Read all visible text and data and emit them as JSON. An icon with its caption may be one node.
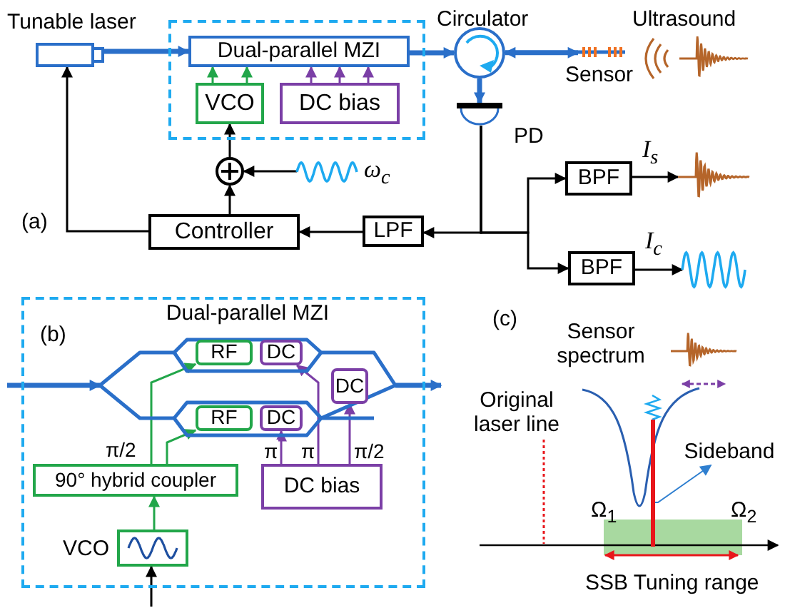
{
  "diagram": {
    "nodes": [
      {
        "text": [],
        "shape": "box",
        "beside": [
          "Tunable laser"
        ]
      },
      {
        "text": [],
        "shape": "box"
      },
      {
        "text": [
          "Dual-parallel MZI"
        ],
        "in": 1
      },
      {
        "text": [
          "VCO"
        ],
        "in": 1
      },
      {
        "text": [
          "DC bias"
        ],
        "in": 1
      },
      {
        "text": [],
        "shape": "circle",
        "beside": [
          "Circulator"
        ]
      },
      {
        "text": [],
        "shape": "bar",
        "beside": [
          "Sensor"
        ]
      },
      {
        "text": [],
        "shape": "picture",
        "beside": [
          "PD"
        ]
      },
      {
        "text": [],
        "shape": "circle"
      },
      {
        "text": [],
        "shape": "picture",
        "beside": [
          "ω$_{c}$"
        ]
      },
      {
        "text": [
          "Controller"
        ]
      },
      {
        "text": [
          "LPF"
        ]
      },
      {
        "text": [
          "BPF"
        ]
      },
      {
        "text": [],
        "shape": "picture"
      },
      {
        "text": [
          "BPF"
        ]
      },
      {
        "text": [],
        "shape": "picture"
      },
      {
        "text": [],
        "shape": "box"
      },
      {
        "text": [
          "Dual-parallel MZI"
        ],
        "in": 16
      },
      {
        "text": [
          "RF"
        ],
        "in": 17
      },
      {
        "text": [
          "DC"
        ],
        "in": 17
      },
      {
        "text": [
          "RF"
        ],
        "in": 17
      },
      {
        "text": [
          "DC"
        ],
        "in": 17
      },
      {
        "text": [
          "DC"
        ],
        "in": 17
      },
      {
        "text": [
          "90° hybrid coupler"
        ],
        "in": 16
      },
      {
        "text": [
          "DC bias"
        ],
        "in": 16
      },
      {
        "text": [],
        "shape": "box",
        "in": 16,
        "beside": [
          "VCO"
        ]
      },
      {
        "text": [],
        "shape": "line"
      },
      {
        "text": [
          "Sideband"
        ]
      }
    ],
    "edges": [
      {
        "from": 0,
        "to": 2,
        "arrow": "to",
        "style": "thick",
        "color": "#2a6fc9"
      },
      {
        "from": 2,
        "to": 5,
        "arrow": "to",
        "style": "thick",
        "color": "#2a6fc9"
      },
      {
        "from": 5,
        "to": 6,
        "arrow": "both",
        "style": "thick",
        "color": "#2a6fc9"
      },
      {
        "from": 5,
        "to": 7,
        "arrow": "to",
        "style": "thick",
        "color": "#2a6fc9"
      },
      {
        "from": 3,
        "to": 2,
        "arrow": "to",
        "color": "#22a64a"
      },
      {
        "from": 3,
        "to": 2,
        "arrow": "to",
        "color": "#22a64a"
      },
      {
        "from": 4,
        "to": 2,
        "arrow": "to",
        "color": "#7b3fa6"
      },
      {
        "from": 4,
        "to": 2,
        "arrow": "to",
        "color": "#7b3fa6"
      },
      {
        "from": 4,
        "to": 2,
        "arrow": "to",
        "color": "#7b3fa6"
      },
      {
        "from": 8,
        "to": 3,
        "arrow": "to"
      },
      {
        "from": 9,
        "to": 8,
        "arrow": "to"
      },
      {
        "from": 10,
        "to": 8,
        "arrow": "to"
      },
      {
        "from": 10,
        "to": 0,
        "arrow": "to"
      },
      {
        "from": 11,
        "to": 10,
        "arrow": "to"
      },
      {
        "from": 7,
        "to": 11,
        "arrow": "to"
      },
      {
        "from": 7,
        "to": 12,
        "arrow": "to"
      },
      {
        "from": 7,
        "to": 14,
        "arrow": "to"
      },
      {
        "from": 12,
        "to": 13,
        "arrow": "to",
        "label": "I$_{s}$"
      },
      {
        "from": 14,
        "to": 15,
        "arrow": "to",
        "label": "I$_{c}$"
      },
      {
        "from": null,
        "to": 17,
        "arrow": "to",
        "style": "thick",
        "color": "#2a6fc9"
      },
      {
        "from": 17,
        "to": null,
        "arrow": "to",
        "style": "thick",
        "color": "#2a6fc9"
      },
      {
        "from": 23,
        "to": 18,
        "arrow": "to",
        "label": "π/2",
        "color": "#22a64a"
      },
      {
        "from": 23,
        "to": 20,
        "arrow": "to",
        "color": "#22a64a"
      },
      {
        "from": 24,
        "to": 21,
        "arrow": "to",
        "label": "π",
        "color": "#7b3fa6"
      },
      {
        "from": 24,
        "to": 19,
        "arrow": "to",
        "label": "π",
        "color": "#7b3fa6"
      },
      {
        "from": 24,
        "to": 22,
        "arrow": "to",
        "label": "π/2",
        "color": "#7b3fa6"
      },
      {
        "from": 25,
        "to": 23,
        "arrow": "to",
        "color": "#22a64a"
      },
      {
        "from": null,
        "to": 25,
        "arrow": "to"
      },
      {
        "from": 26,
        "to": 27,
        "arrow": "to",
        "color": "#2f7fd0"
      }
    ],
    "labels": [
      "Ultrasound",
      "(a)",
      "(b)",
      "(c)",
      "Sensor spectrum",
      "Original laser line",
      "Ω$_{1}$",
      "Ω$_{2}$",
      "SSB Tuning range"
    ]
  }
}
